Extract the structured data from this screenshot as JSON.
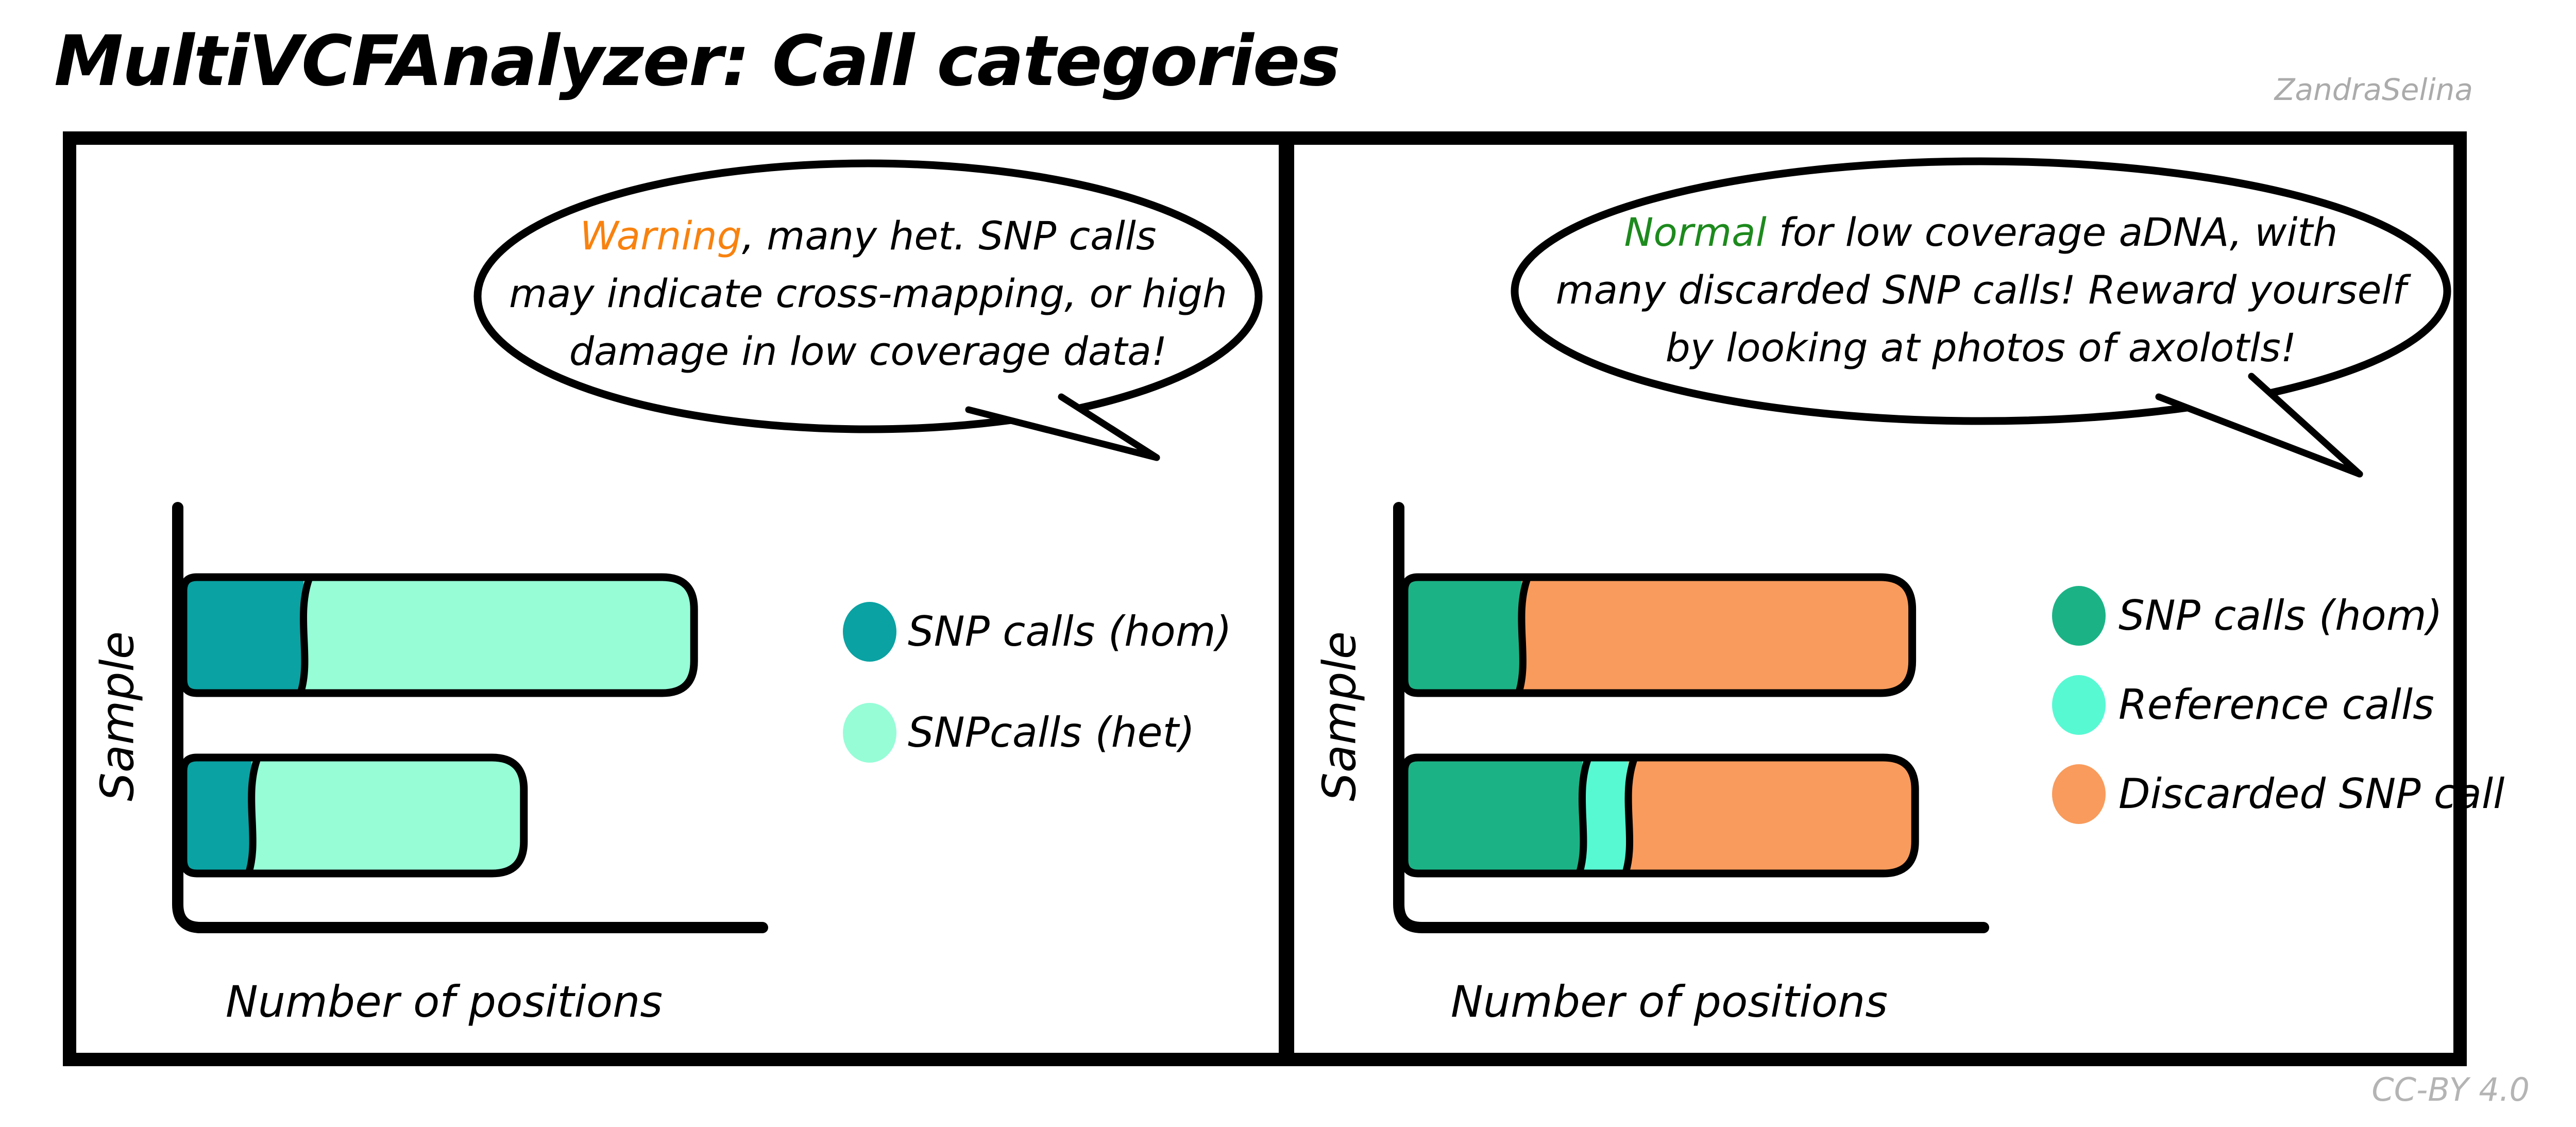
{
  "title": "MultiVCFAnalyzer: Call categories",
  "author": "ZandraSelina",
  "license": "CC-BY 4.0",
  "colors": {
    "warning_text": "#F8820F",
    "normal_text": "#1D8A1D",
    "muted_gray": "#ABABAB",
    "snp_hom_teal": "#0AA2A3",
    "snp_het_mint": "#96FDD7",
    "snp_hom_green": "#1BB386",
    "reference_cyan": "#57F9D3",
    "discarded_orange": "#F99B5C"
  },
  "panels": [
    {
      "bubble": {
        "highlight": "Warning",
        "highlight_color": "#F8820F",
        "line1_rest": ", many het. SNP calls",
        "line2": "may indicate cross-mapping, or high",
        "line3": "damage in low coverage data!"
      },
      "ylabel": "Sample",
      "xlabel": "Number of positions",
      "legend": [
        {
          "label": "SNP calls (hom)",
          "color": "#0AA2A3"
        },
        {
          "label": "SNPcalls (het)",
          "color": "#96FDD7"
        }
      ]
    },
    {
      "bubble": {
        "highlight": "Normal",
        "highlight_color": "#1D8A1D",
        "line1_rest": " for low coverage aDNA, with",
        "line2": "many discarded SNP calls! Reward yourself",
        "line3": "by looking at photos of axolotls!"
      },
      "ylabel": "Sample",
      "xlabel": "Number of positions",
      "legend": [
        {
          "label": "SNP calls (hom)",
          "color": "#1BB386"
        },
        {
          "label": "Reference calls",
          "color": "#57F9D3"
        },
        {
          "label": "Discarded SNP call",
          "color": "#F99B5C"
        }
      ]
    }
  ],
  "chart_data": [
    {
      "type": "bar",
      "orientation": "horizontal",
      "stacked": true,
      "title": "",
      "xlabel": "Number of positions",
      "ylabel": "Sample",
      "xlim": [
        0,
        1
      ],
      "axis_ticks": "none shown; values estimated as fractions of x-axis length",
      "categories": [
        "sample-top",
        "sample-bottom"
      ],
      "series": [
        {
          "name": "SNP calls (hom)",
          "color": "#0AA2A3",
          "values": [
            0.21,
            0.12
          ]
        },
        {
          "name": "SNPcalls (het)",
          "color": "#96FDD7",
          "values": [
            0.675,
            0.47
          ]
        }
      ],
      "legend_position": "right"
    },
    {
      "type": "bar",
      "orientation": "horizontal",
      "stacked": true,
      "title": "",
      "xlabel": "Number of positions",
      "ylabel": "Sample",
      "xlim": [
        0,
        1
      ],
      "axis_ticks": "none shown; values estimated as fractions of x-axis length",
      "categories": [
        "sample-top",
        "sample-bottom"
      ],
      "series": [
        {
          "name": "SNP calls (hom)",
          "color": "#1BB386",
          "values": [
            0.205,
            0.31
          ]
        },
        {
          "name": "Reference calls",
          "color": "#57F9D3",
          "values": [
            0,
            0.08
          ]
        },
        {
          "name": "Discarded SNP call",
          "color": "#F99B5C",
          "values": [
            0.675,
            0.495
          ]
        }
      ],
      "legend_position": "right"
    }
  ]
}
